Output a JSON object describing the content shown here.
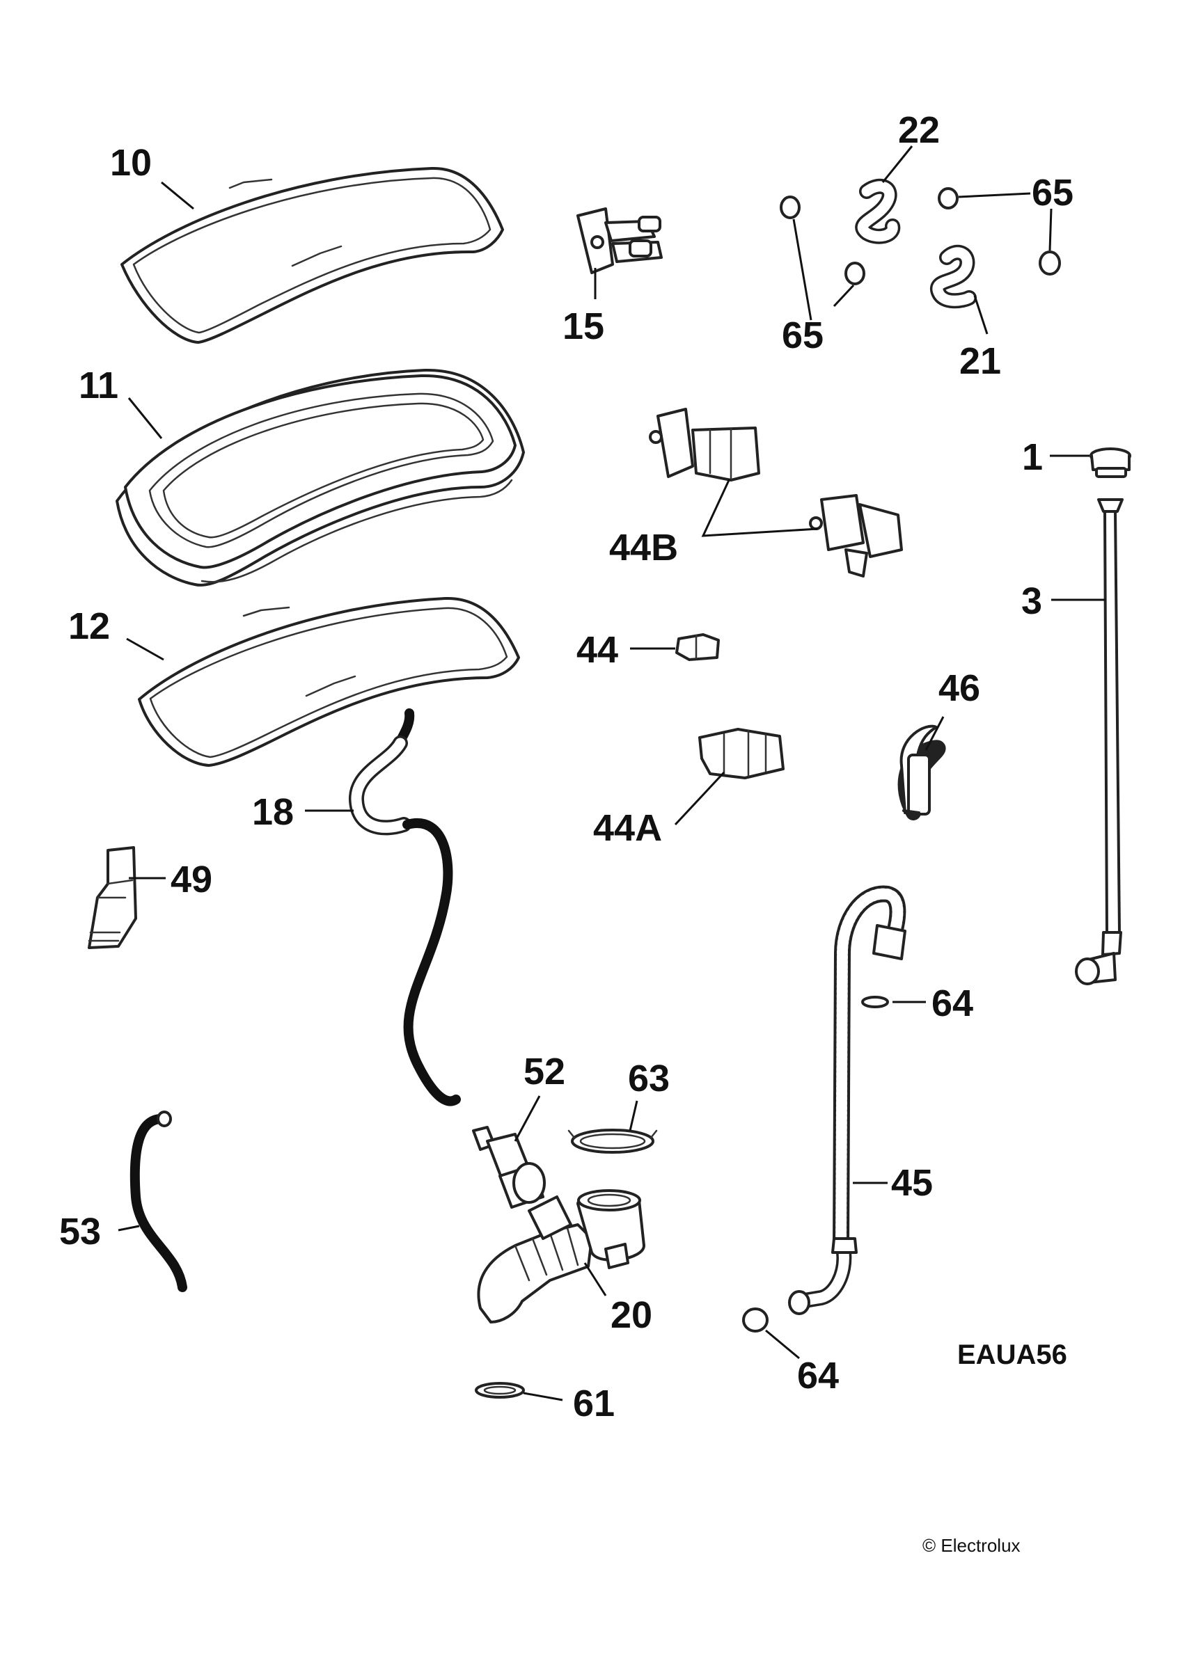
{
  "diagram": {
    "code": "EAUA56",
    "copyright": "© Electrolux",
    "callouts": [
      {
        "id": "10",
        "label": "10"
      },
      {
        "id": "11",
        "label": "11"
      },
      {
        "id": "12",
        "label": "12"
      },
      {
        "id": "15",
        "label": "15"
      },
      {
        "id": "22",
        "label": "22"
      },
      {
        "id": "65a",
        "label": "65"
      },
      {
        "id": "65b",
        "label": "65"
      },
      {
        "id": "21",
        "label": "21"
      },
      {
        "id": "1",
        "label": "1"
      },
      {
        "id": "3",
        "label": "3"
      },
      {
        "id": "44B",
        "label": "44B"
      },
      {
        "id": "44",
        "label": "44"
      },
      {
        "id": "46",
        "label": "46"
      },
      {
        "id": "44A",
        "label": "44A"
      },
      {
        "id": "18",
        "label": "18"
      },
      {
        "id": "49",
        "label": "49"
      },
      {
        "id": "64a",
        "label": "64"
      },
      {
        "id": "52",
        "label": "52"
      },
      {
        "id": "63",
        "label": "63"
      },
      {
        "id": "45",
        "label": "45"
      },
      {
        "id": "53",
        "label": "53"
      },
      {
        "id": "20",
        "label": "20"
      },
      {
        "id": "64b",
        "label": "64"
      },
      {
        "id": "61",
        "label": "61"
      }
    ]
  }
}
